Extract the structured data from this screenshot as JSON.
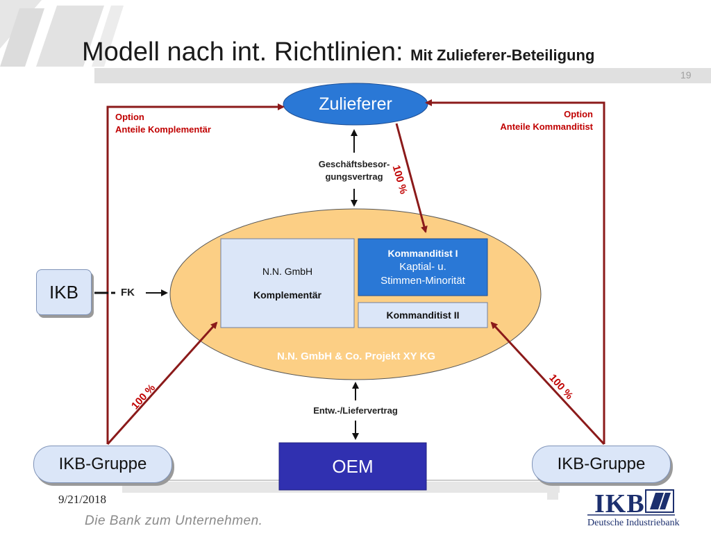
{
  "title": {
    "main": "Modell nach int. Richtlinien:",
    "sub": "Mit Zulieferer-Beteiligung"
  },
  "page_number": "19",
  "nodes": {
    "zulieferer": "Zulieferer",
    "ikb": "IKB",
    "nn_gmbh": {
      "line1": "N.N. GmbH",
      "line2": "Komplementär"
    },
    "kommanditist_1": {
      "line1": "Kommanditist I",
      "line2": "Kaptial- u.",
      "line3": "Stimmen-Minorität"
    },
    "kommanditist_2": "Kommanditist II",
    "project_kg": "N.N. GmbH & Co. Projekt XY KG",
    "oem": "OEM",
    "ikb_gruppe_left": "IKB-Gruppe",
    "ikb_gruppe_right": "IKB-Gruppe"
  },
  "labels": {
    "option_left": {
      "line1": "Option",
      "line2": "Anteile Komplementär"
    },
    "option_right": {
      "line1": "Option",
      "line2": "Anteile Kommanditist"
    },
    "geschaeftsbesorgung": {
      "line1": "Geschäftsbesor-",
      "line2": "gungsvertrag"
    },
    "pct_top": "100 %",
    "pct_left": "100 %",
    "pct_right": "100 %",
    "fk": "FK",
    "entw_liefervertrag": "Entw.-/Liefervertrag"
  },
  "footer": {
    "date": "9/21/2018",
    "slogan": "Die Bank zum Unternehmen.",
    "brand": "IKB",
    "brand_sub": "Deutsche Industriebank"
  },
  "colors": {
    "dark_red": "#8b1a1a",
    "label_red": "#c00000",
    "ellipse_fill": "#fccf85",
    "blue_fill": "#2a78d6",
    "oem_fill": "#3030b0",
    "pill_fill": "#dbe6f8",
    "brand_navy": "#1c2f6e"
  },
  "icons": {
    "logo": "ikb-logo-icon"
  }
}
